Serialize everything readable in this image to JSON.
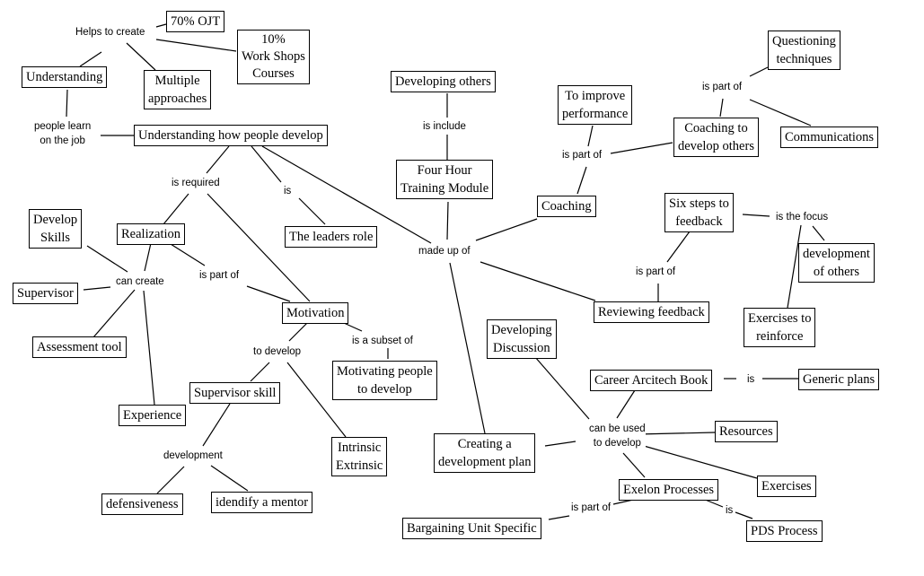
{
  "diagram": {
    "type": "concept-map",
    "concepts": [
      {
        "id": "ojt",
        "label": "70% OJT"
      },
      {
        "id": "workshops",
        "label": "10%\nWork Shops\nCourses"
      },
      {
        "id": "understanding",
        "label": "Understanding"
      },
      {
        "id": "multiple",
        "label": "Multiple\napproaches"
      },
      {
        "id": "uhpd",
        "label": "Understanding how people develop"
      },
      {
        "id": "devothers",
        "label": "Developing others"
      },
      {
        "id": "fourhour",
        "label": "Four Hour\nTraining Module"
      },
      {
        "id": "improve",
        "label": "To improve\nperformance"
      },
      {
        "id": "questioning",
        "label": "Questioning\ntechniques"
      },
      {
        "id": "coachdev",
        "label": "Coaching to\ndevelop others"
      },
      {
        "id": "communications",
        "label": "Communications"
      },
      {
        "id": "coaching",
        "label": "Coaching"
      },
      {
        "id": "sixsteps",
        "label": "Six steps to\nfeedback"
      },
      {
        "id": "devofothers",
        "label": "development\nof others"
      },
      {
        "id": "exreinforce",
        "label": "Exercises to\nreinforce"
      },
      {
        "id": "reviewing",
        "label": "Reviewing feedback"
      },
      {
        "id": "developskills",
        "label": "Develop\nSkills"
      },
      {
        "id": "realization",
        "label": "Realization"
      },
      {
        "id": "leadersrole",
        "label": "The leaders role"
      },
      {
        "id": "supervisor",
        "label": "Supervisor"
      },
      {
        "id": "assessment",
        "label": "Assessment tool"
      },
      {
        "id": "motivation",
        "label": "Motivation"
      },
      {
        "id": "motivating",
        "label": "Motivating people\nto develop"
      },
      {
        "id": "supskill",
        "label": "Supervisor skill"
      },
      {
        "id": "experience",
        "label": "Experience"
      },
      {
        "id": "intrinsic",
        "label": "Intrinsic\nExtrinsic"
      },
      {
        "id": "defensiveness",
        "label": "defensiveness"
      },
      {
        "id": "mentor",
        "label": "idendify a mentor"
      },
      {
        "id": "devdiscussion",
        "label": "Developing\nDiscussion"
      },
      {
        "id": "career",
        "label": "Career Arcitech Book"
      },
      {
        "id": "generic",
        "label": "Generic plans"
      },
      {
        "id": "resources",
        "label": "Resources"
      },
      {
        "id": "creating",
        "label": "Creating a\ndevelopment plan"
      },
      {
        "id": "exercises",
        "label": "Exercises"
      },
      {
        "id": "exelon",
        "label": "Exelon Processes"
      },
      {
        "id": "bargaining",
        "label": "Bargaining Unit Specific"
      },
      {
        "id": "pds",
        "label": "PDS Process"
      }
    ],
    "linking_phrases": [
      {
        "id": "l_helps",
        "label": "Helps to create"
      },
      {
        "id": "l_peoplelearn",
        "label": "people learn\non the job"
      },
      {
        "id": "l_required",
        "label": "is required"
      },
      {
        "id": "l_is1",
        "label": "is"
      },
      {
        "id": "l_include",
        "label": "is include"
      },
      {
        "id": "l_madeup",
        "label": "made up of"
      },
      {
        "id": "l_partof_coach",
        "label": "is part of"
      },
      {
        "id": "l_partof_q",
        "label": "is part of"
      },
      {
        "id": "l_focus",
        "label": "is the focus"
      },
      {
        "id": "l_partof_fb",
        "label": "is part of"
      },
      {
        "id": "l_cancreate",
        "label": "can create"
      },
      {
        "id": "l_partof_real",
        "label": "is part of"
      },
      {
        "id": "l_todevelop",
        "label": "to develop"
      },
      {
        "id": "l_subset",
        "label": "is a subset of"
      },
      {
        "id": "l_development",
        "label": "development"
      },
      {
        "id": "l_is_career",
        "label": "is"
      },
      {
        "id": "l_canbeused",
        "label": "can be used\nto develop"
      },
      {
        "id": "l_partof_exelon",
        "label": "is part of"
      },
      {
        "id": "l_is_pds",
        "label": "is"
      }
    ],
    "connections": [
      [
        "understanding",
        "l_helps"
      ],
      [
        "l_helps",
        "ojt"
      ],
      [
        "l_helps",
        "workshops"
      ],
      [
        "l_helps",
        "multiple"
      ],
      [
        "understanding",
        "l_peoplelearn"
      ],
      [
        "l_peoplelearn",
        "uhpd"
      ],
      [
        "uhpd",
        "l_required"
      ],
      [
        "l_required",
        "realization"
      ],
      [
        "l_required",
        "motivation"
      ],
      [
        "uhpd",
        "l_is1"
      ],
      [
        "l_is1",
        "leadersrole"
      ],
      [
        "uhpd",
        "l_madeup"
      ],
      [
        "devothers",
        "l_include"
      ],
      [
        "l_include",
        "fourhour"
      ],
      [
        "fourhour",
        "l_madeup"
      ],
      [
        "l_madeup",
        "coaching"
      ],
      [
        "l_madeup",
        "reviewing"
      ],
      [
        "l_madeup",
        "creating"
      ],
      [
        "coaching",
        "l_partof_coach"
      ],
      [
        "l_partof_coach",
        "improve"
      ],
      [
        "l_partof_coach",
        "coachdev"
      ],
      [
        "coachdev",
        "l_partof_q"
      ],
      [
        "l_partof_q",
        "questioning"
      ],
      [
        "l_partof_q",
        "communications"
      ],
      [
        "sixsteps",
        "l_focus"
      ],
      [
        "l_focus",
        "devofothers"
      ],
      [
        "l_focus",
        "exreinforce"
      ],
      [
        "reviewing",
        "l_partof_fb"
      ],
      [
        "l_partof_fb",
        "sixsteps"
      ],
      [
        "realization",
        "l_cancreate"
      ],
      [
        "l_cancreate",
        "developskills"
      ],
      [
        "l_cancreate",
        "supervisor"
      ],
      [
        "l_cancreate",
        "assessment"
      ],
      [
        "l_cancreate",
        "experience"
      ],
      [
        "realization",
        "l_partof_real"
      ],
      [
        "l_partof_real",
        "motivation"
      ],
      [
        "motivation",
        "l_todevelop"
      ],
      [
        "l_todevelop",
        "supskill"
      ],
      [
        "l_todevelop",
        "intrinsic"
      ],
      [
        "motivation",
        "l_subset"
      ],
      [
        "l_subset",
        "motivating"
      ],
      [
        "supskill",
        "l_development"
      ],
      [
        "l_development",
        "defensiveness"
      ],
      [
        "l_development",
        "mentor"
      ],
      [
        "career",
        "l_is_career"
      ],
      [
        "l_is_career",
        "generic"
      ],
      [
        "creating",
        "l_canbeused"
      ],
      [
        "devdiscussion",
        "l_canbeused"
      ],
      [
        "career",
        "l_canbeused"
      ],
      [
        "l_canbeused",
        "resources"
      ],
      [
        "l_canbeused",
        "exercises"
      ],
      [
        "l_canbeused",
        "exelon"
      ],
      [
        "exelon",
        "l_partof_exelon"
      ],
      [
        "l_partof_exelon",
        "bargaining"
      ],
      [
        "exelon",
        "l_is_pds"
      ],
      [
        "l_is_pds",
        "pds"
      ]
    ]
  }
}
